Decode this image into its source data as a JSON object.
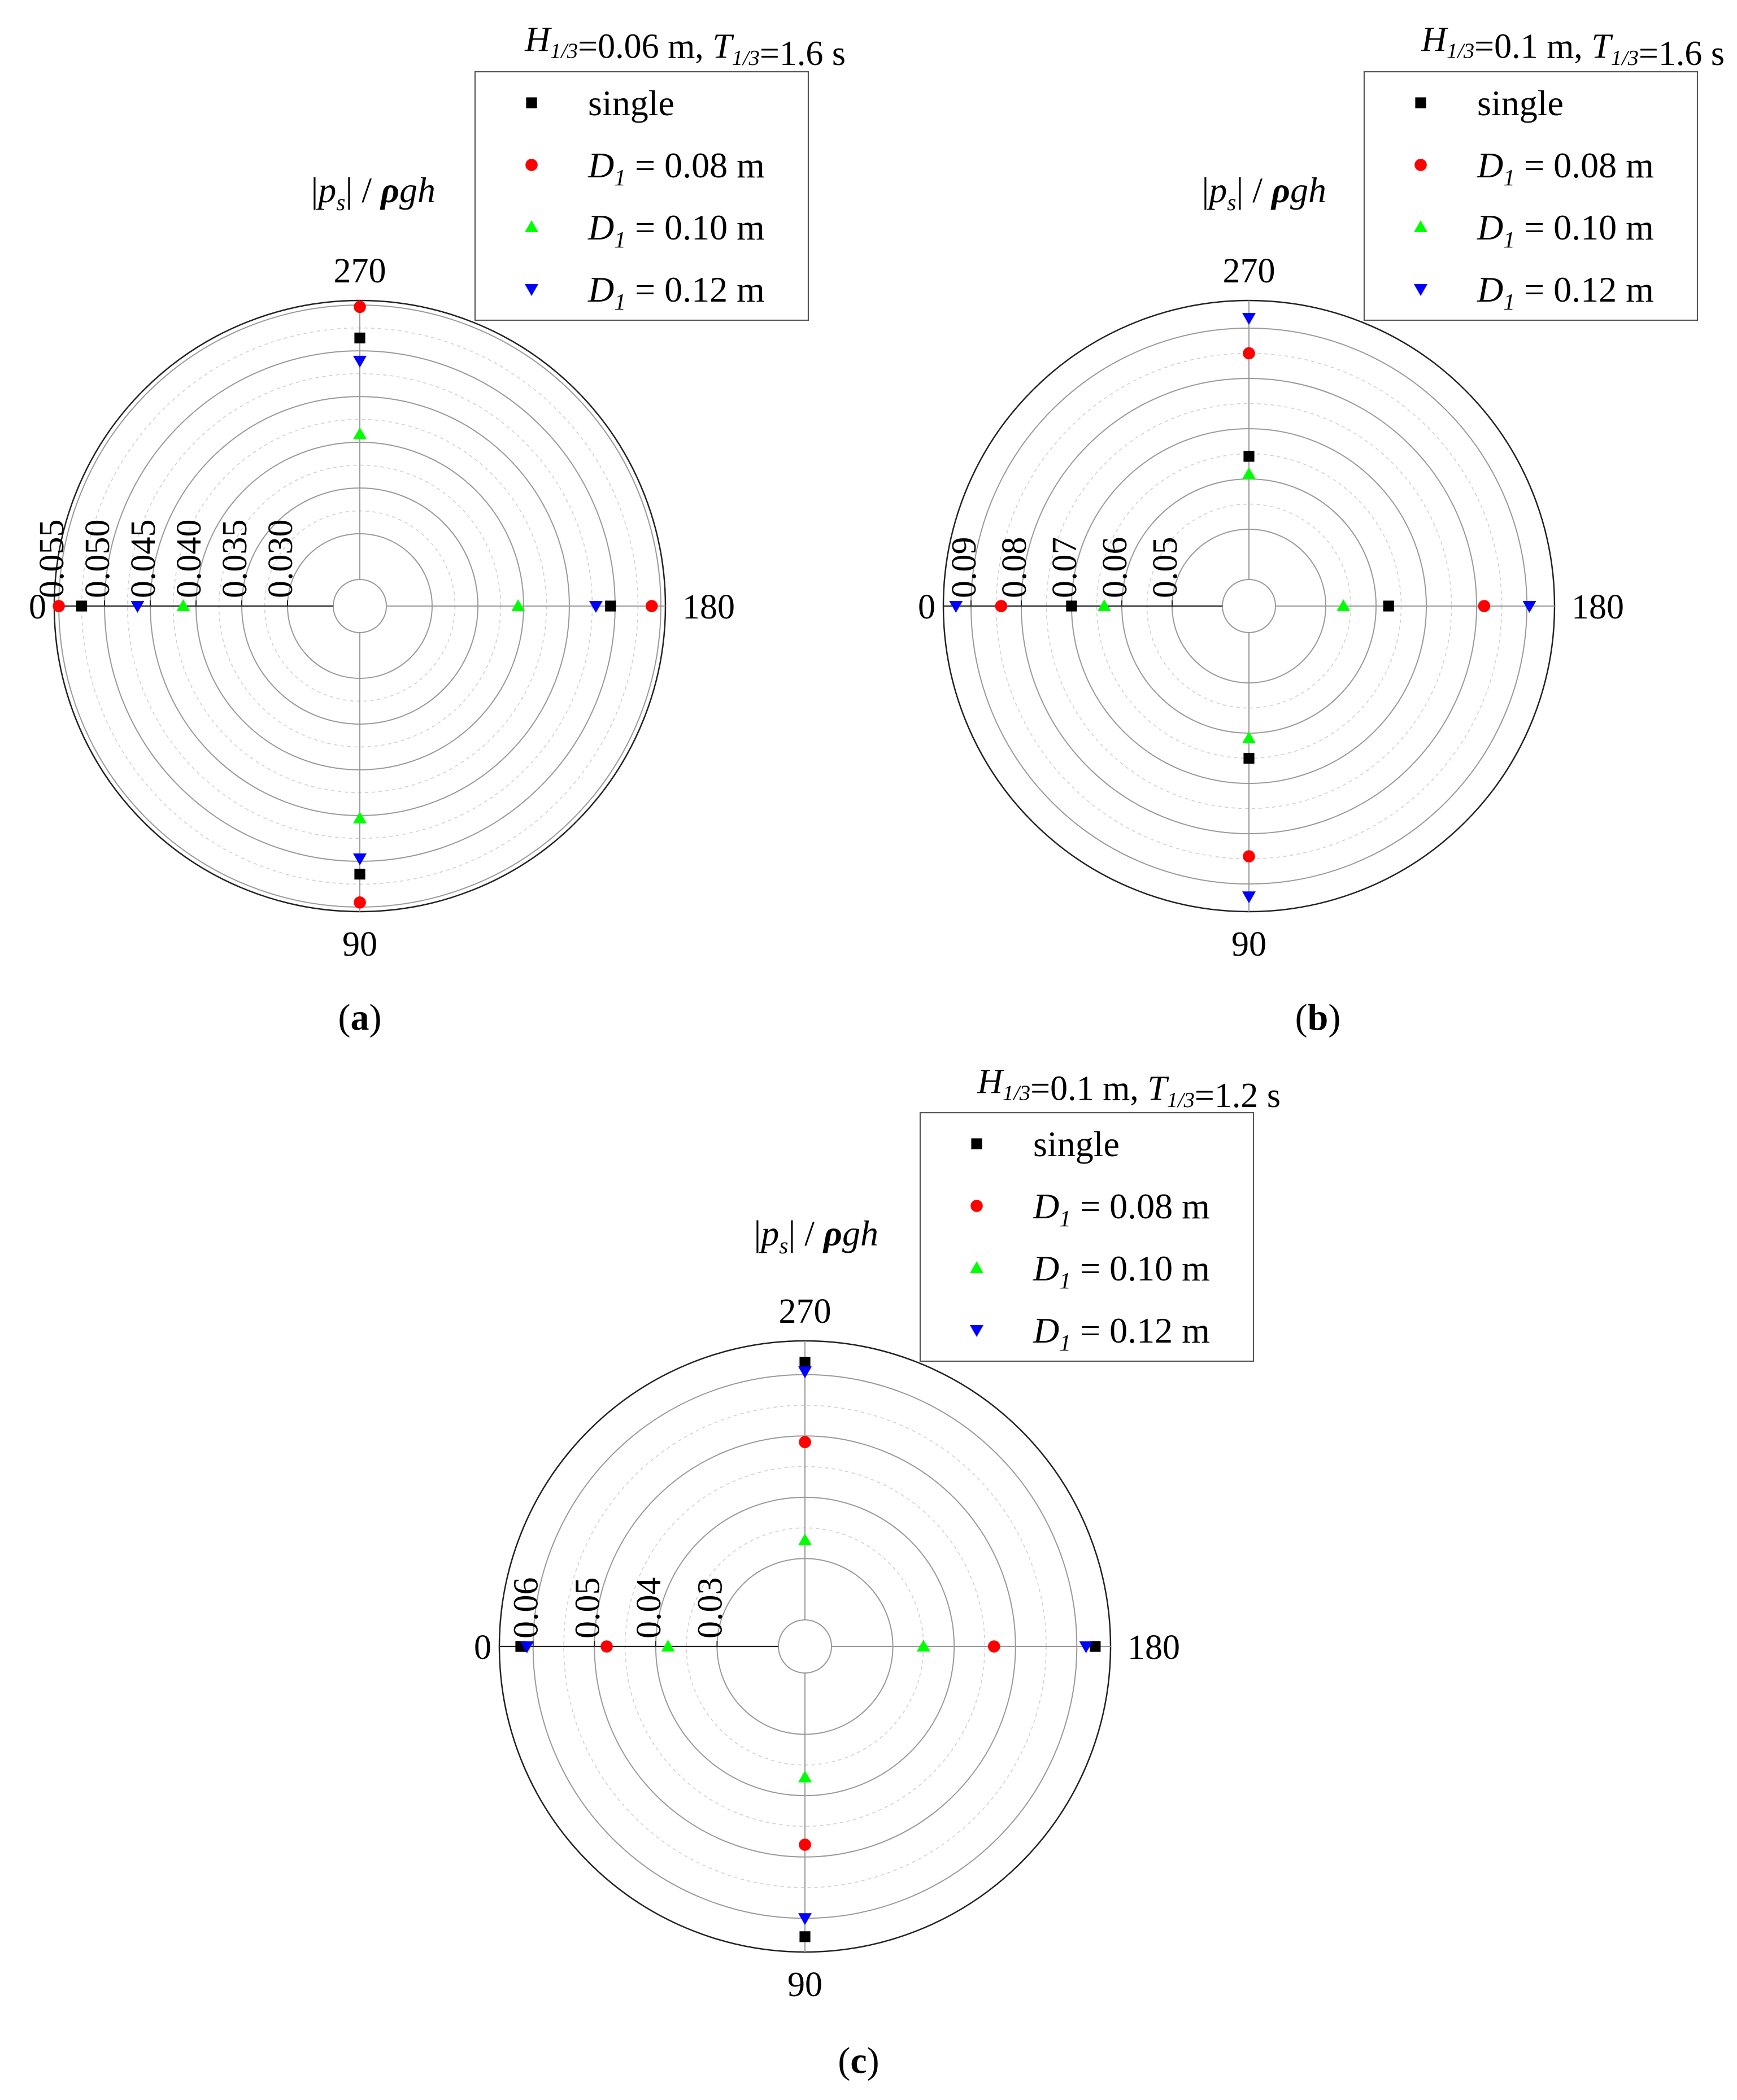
{
  "figure": {
    "radial_label": "|p_s| / ρgh",
    "angle_labels": [
      "0",
      "90",
      "180",
      "270"
    ],
    "series_styles": [
      {
        "name": "single",
        "color": "#000000",
        "marker": "square"
      },
      {
        "name": "D1 = 0.08 m",
        "color": "#ff0000",
        "marker": "circle"
      },
      {
        "name": "D1 = 0.10 m",
        "color": "#00ff00",
        "marker": "triangle-up"
      },
      {
        "name": "D1 = 0.12 m",
        "color": "#0000ff",
        "marker": "triangle-down"
      }
    ]
  },
  "chart_data": [
    {
      "type": "scatter",
      "panel_label": "a",
      "title": "H1/3=0.06 m, T1/3=1.6 s",
      "r_ticks": [
        "0.030",
        "0.035",
        "0.040",
        "0.045",
        "0.050",
        "0.055"
      ],
      "rlim": [
        0.025,
        0.0555
      ],
      "theta_ticks": [
        0,
        90,
        180,
        270
      ],
      "series": [
        {
          "name": "single",
          "points": [
            {
              "theta": 0,
              "r": 0.0525
            },
            {
              "theta": 90,
              "r": 0.0514
            },
            {
              "theta": 180,
              "r": 0.0495
            },
            {
              "theta": 270,
              "r": 0.0514
            }
          ]
        },
        {
          "name": "D1 = 0.08 m",
          "points": [
            {
              "theta": 0,
              "r": 0.055
            },
            {
              "theta": 90,
              "r": 0.0545
            },
            {
              "theta": 180,
              "r": 0.054
            },
            {
              "theta": 270,
              "r": 0.0548
            }
          ]
        },
        {
          "name": "D1 = 0.10 m",
          "points": [
            {
              "theta": 0,
              "r": 0.0414
            },
            {
              "theta": 90,
              "r": 0.0453
            },
            {
              "theta": 180,
              "r": 0.0394
            },
            {
              "theta": 270,
              "r": 0.0409
            }
          ]
        },
        {
          "name": "D1 = 0.12 m",
          "points": [
            {
              "theta": 0,
              "r": 0.0464
            },
            {
              "theta": 90,
              "r": 0.0497
            },
            {
              "theta": 180,
              "r": 0.0479
            },
            {
              "theta": 270,
              "r": 0.0489
            }
          ]
        }
      ]
    },
    {
      "type": "scatter",
      "panel_label": "b",
      "title": "H1/3=0.1 m, T1/3=1.6 s",
      "r_ticks": [
        "0.05",
        "0.06",
        "0.07",
        "0.08",
        "0.09"
      ],
      "rlim": [
        0.04,
        0.0955
      ],
      "theta_ticks": [
        0,
        90,
        180,
        270
      ],
      "series": [
        {
          "name": "single",
          "points": [
            {
              "theta": 0,
              "r": 0.07
            },
            {
              "theta": 90,
              "r": 0.065
            },
            {
              "theta": 180,
              "r": 0.0625
            },
            {
              "theta": 270,
              "r": 0.0645
            }
          ]
        },
        {
          "name": "D1 = 0.08 m",
          "points": [
            {
              "theta": 0,
              "r": 0.084
            },
            {
              "theta": 90,
              "r": 0.0845
            },
            {
              "theta": 180,
              "r": 0.0815
            },
            {
              "theta": 270,
              "r": 0.085
            }
          ]
        },
        {
          "name": "D1 = 0.10 m",
          "points": [
            {
              "theta": 0,
              "r": 0.0635
            },
            {
              "theta": 90,
              "r": 0.061
            },
            {
              "theta": 180,
              "r": 0.0535
            },
            {
              "theta": 270,
              "r": 0.061
            }
          ]
        },
        {
          "name": "D1 = 0.12 m",
          "points": [
            {
              "theta": 0,
              "r": 0.093
            },
            {
              "theta": 90,
              "r": 0.0925
            },
            {
              "theta": 180,
              "r": 0.0905
            },
            {
              "theta": 270,
              "r": 0.092
            }
          ]
        }
      ]
    },
    {
      "type": "scatter",
      "panel_label": "c",
      "title": "H1/3=0.1 m, T1/3=1.2 s",
      "r_ticks": [
        "0.03",
        "0.04",
        "0.05",
        "0.06"
      ],
      "rlim": [
        0.02,
        0.0655
      ],
      "theta_ticks": [
        0,
        90,
        180,
        270
      ],
      "series": [
        {
          "name": "single",
          "points": [
            {
              "theta": 0,
              "r": 0.062
            },
            {
              "theta": 90,
              "r": 0.063
            },
            {
              "theta": 180,
              "r": 0.063
            },
            {
              "theta": 270,
              "r": 0.062
            }
          ]
        },
        {
          "name": "D1 = 0.08 m",
          "points": [
            {
              "theta": 0,
              "r": 0.048
            },
            {
              "theta": 90,
              "r": 0.048
            },
            {
              "theta": 180,
              "r": 0.0465
            },
            {
              "theta": 270,
              "r": 0.049
            }
          ]
        },
        {
          "name": "D1 = 0.10 m",
          "points": [
            {
              "theta": 0,
              "r": 0.038
            },
            {
              "theta": 90,
              "r": 0.037
            },
            {
              "theta": 180,
              "r": 0.035
            },
            {
              "theta": 270,
              "r": 0.033
            }
          ]
        },
        {
          "name": "D1 = 0.12 m",
          "points": [
            {
              "theta": 0,
              "r": 0.061
            },
            {
              "theta": 90,
              "r": 0.06
            },
            {
              "theta": 180,
              "r": 0.0615
            },
            {
              "theta": 270,
              "r": 0.0605
            }
          ]
        }
      ]
    }
  ]
}
